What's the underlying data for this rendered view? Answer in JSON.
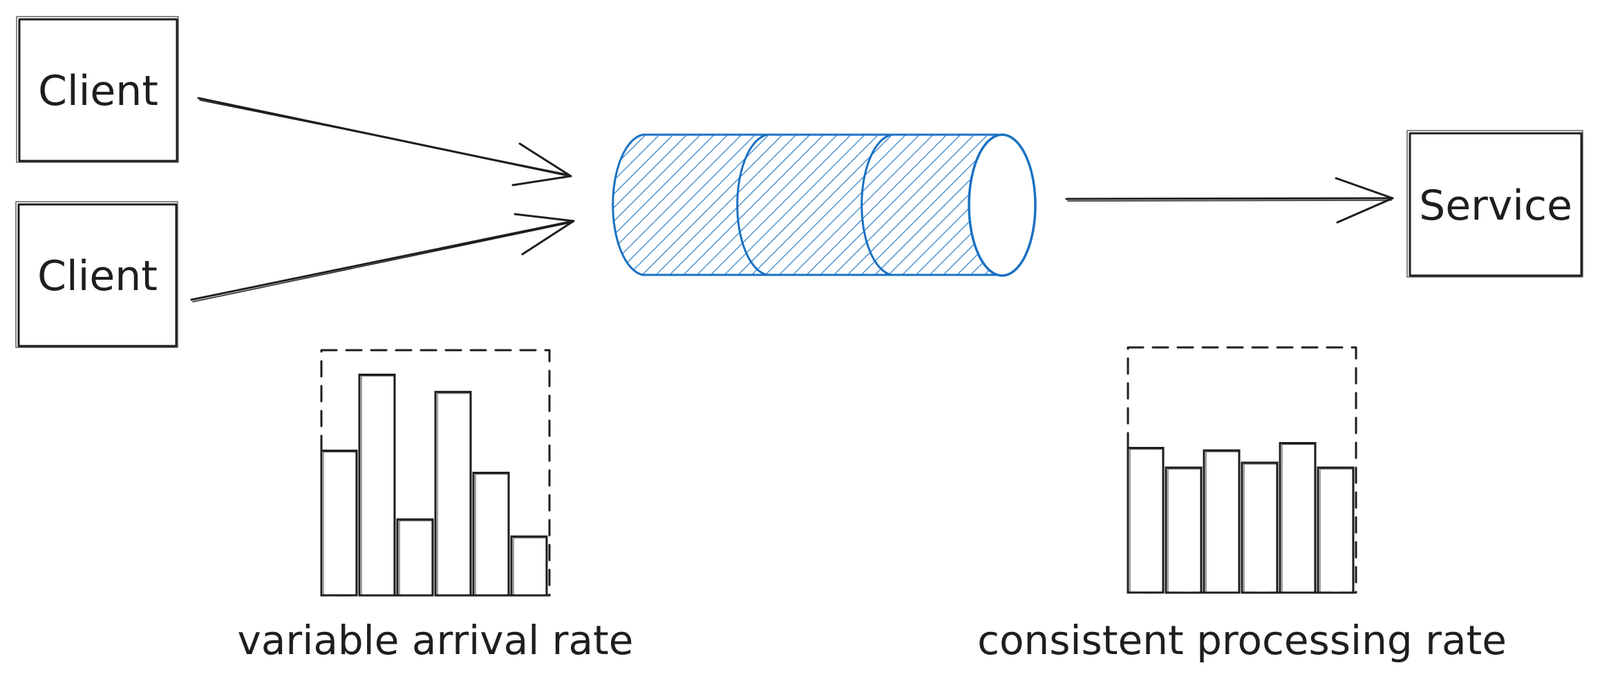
{
  "nodes": {
    "client_top": {
      "label": "Client"
    },
    "client_bottom": {
      "label": "Client"
    },
    "service": {
      "label": "Service"
    }
  },
  "queue": {
    "segments": 3,
    "color": "#1971c2"
  },
  "arrival_chart": {
    "caption": "variable arrival rate",
    "bars": [
      0.59,
      0.9,
      0.31,
      0.83,
      0.5,
      0.24
    ]
  },
  "processing_chart": {
    "caption": "consistent processing rate",
    "bars": [
      0.59,
      0.51,
      0.58,
      0.53,
      0.61,
      0.51
    ]
  },
  "colors": {
    "ink": "#1e1e1e",
    "queue": "#1971c2"
  }
}
